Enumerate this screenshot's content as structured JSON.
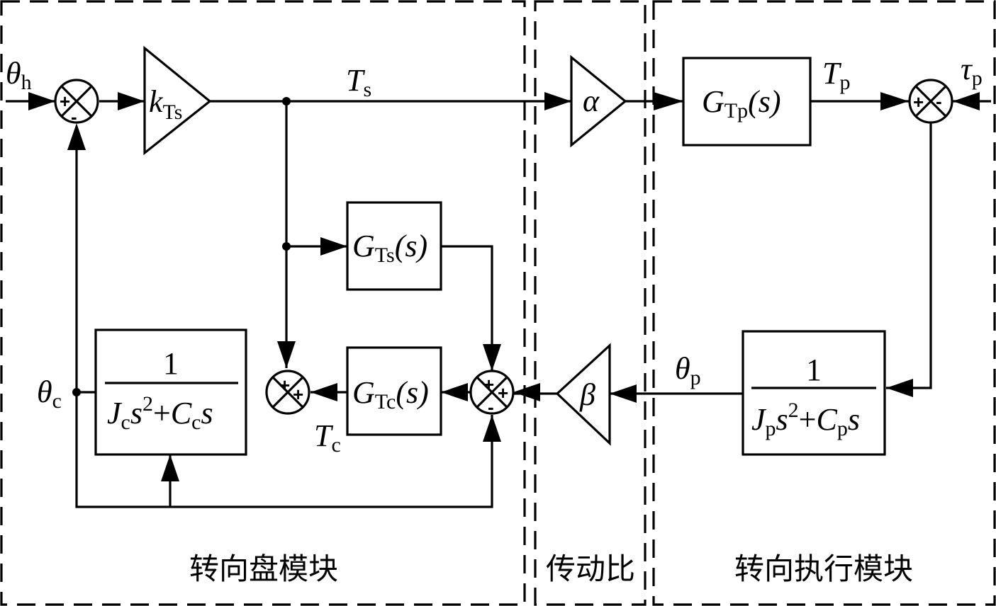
{
  "modules": {
    "steering_wheel": "转向盘模块",
    "ratio": "传动比",
    "actuator": "转向执行模块"
  },
  "signals": {
    "theta_h": {
      "main": "θ",
      "sub": "h"
    },
    "T_s": {
      "main": "T",
      "sub": "s"
    },
    "T_p": {
      "main": "T",
      "sub": "p"
    },
    "tau_p": {
      "main": "τ",
      "sub": "p"
    },
    "theta_c": {
      "main": "θ",
      "sub": "c"
    },
    "theta_p": {
      "main": "θ",
      "sub": "p"
    },
    "T_c": {
      "main": "T",
      "sub": "c"
    }
  },
  "blocks": {
    "k_Ts": {
      "main": "k",
      "sub": "Ts"
    },
    "alpha": {
      "main": "α"
    },
    "beta": {
      "main": "β"
    },
    "G_Tp": {
      "main": "G",
      "sub": "Tp",
      "arg": "(s)"
    },
    "G_Ts": {
      "main": "G",
      "sub": "Ts",
      "arg": "(s)"
    },
    "G_Tc": {
      "main": "G",
      "sub": "Tc",
      "arg": "(s)"
    },
    "plant_c": {
      "numerator": "1",
      "den_J": "J",
      "den_J_sub": "c",
      "den_s2": "s",
      "den_exp": "2",
      "den_plus": "+",
      "den_C": "C",
      "den_C_sub": "c",
      "den_s": "s"
    },
    "plant_p": {
      "numerator": "1",
      "den_J": "J",
      "den_J_sub": "p",
      "den_s2": "s",
      "den_exp": "2",
      "den_plus": "+",
      "den_C": "C",
      "den_C_sub": "p",
      "den_s": "s"
    }
  },
  "summing_signs": {
    "plus": "+",
    "minus": "-"
  }
}
